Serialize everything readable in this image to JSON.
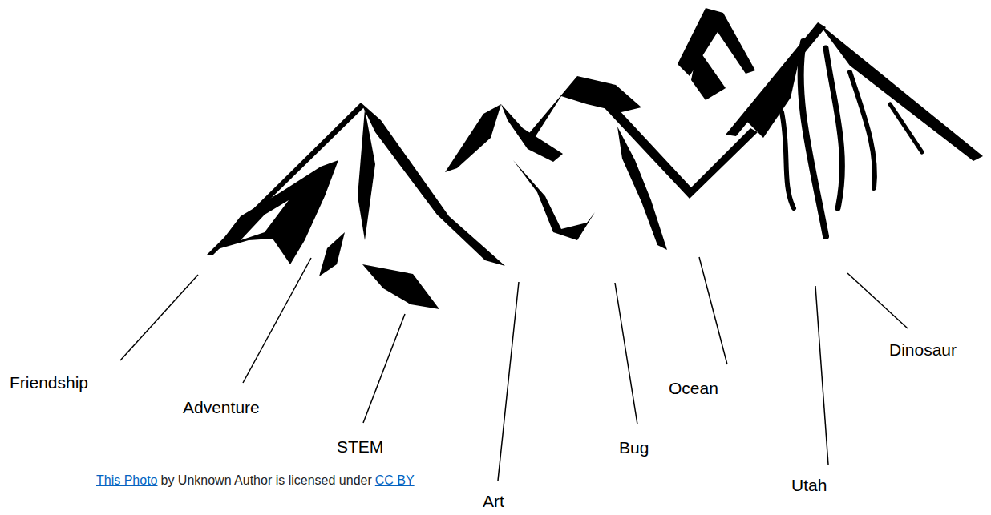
{
  "diagram": {
    "labels": [
      "Friendship",
      "Adventure",
      "STEM",
      "Art",
      "Bug",
      "Ocean",
      "Utah",
      "Dinosaur",
      "This Photo",
      "by Unknown Author is licensed under",
      "CC BY"
    ]
  }
}
